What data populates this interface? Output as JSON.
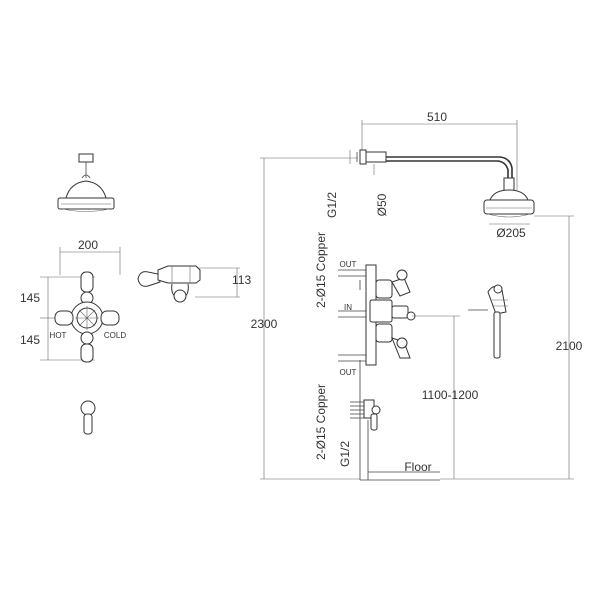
{
  "front_view": {
    "width_200": "200",
    "height_145_top": "145",
    "height_145_bottom": "145",
    "hot": "HOT",
    "cold": "COLD"
  },
  "handset_view": {
    "height_113": "113"
  },
  "side_view": {
    "arm_510": "510",
    "g12_top": "G1/2",
    "dia50": "Ø50",
    "dia205": "Ø205",
    "copper_top": "2-Ø15 Copper",
    "copper_bottom": "2-Ø15 Copper",
    "out_top": "OUT",
    "in": "IN",
    "out_bottom": "OUT",
    "g12_bottom": "G1/2",
    "h2300": "2300",
    "h2100": "2100",
    "h1100": "1100-1200",
    "floor": "Floor"
  },
  "colors": {
    "line": "#444444",
    "text": "#333333"
  }
}
